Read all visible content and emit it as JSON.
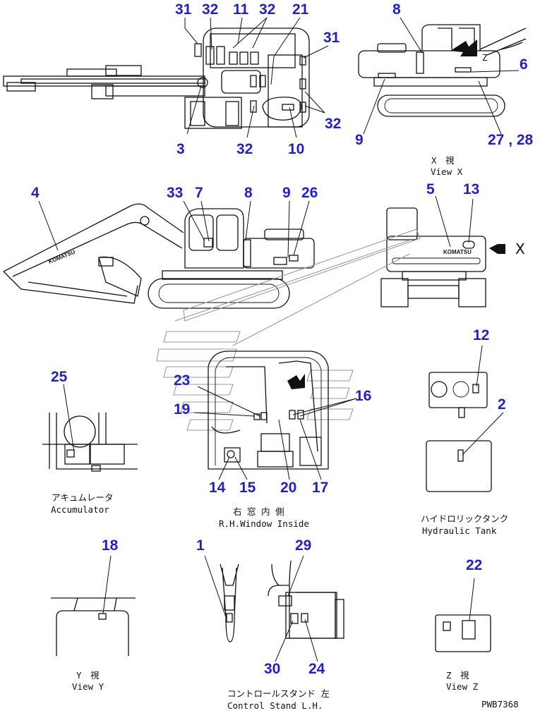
{
  "callouts": {
    "c31a": "31",
    "c32a": "32",
    "c11": "11",
    "c32b": "32",
    "c21": "21",
    "c31b": "31",
    "c3": "3",
    "c32c": "32",
    "c10": "10",
    "c32d": "32",
    "c8a": "8",
    "c6": "6",
    "c9a": "9",
    "c27_28": "27 , 28",
    "c4": "4",
    "c33": "33",
    "c7": "7",
    "c8b": "8",
    "c9b": "9",
    "c26": "26",
    "c5": "5",
    "c13": "13",
    "c12": "12",
    "c2": "2",
    "c25": "25",
    "c23": "23",
    "c19": "19",
    "c16": "16",
    "c14": "14",
    "c15": "15",
    "c20": "20",
    "c17": "17",
    "c18": "18",
    "c1": "1",
    "c29": "29",
    "c22": "22",
    "c30": "30",
    "c24": "24"
  },
  "captions": {
    "view_x_jp": "X　視",
    "view_x": "View X",
    "accumulator_jp": "アキュムレータ",
    "accumulator": "Accumulator",
    "window_jp": "右 窓 内 側",
    "window": "R.H.Window Inside",
    "hyd_tank_jp": "ハイドロリックタンク",
    "hyd_tank": "Hydraulic Tank",
    "view_y_jp": "Y　視",
    "view_y": "View Y",
    "control_stand_jp": "コントロールスタンド 左",
    "control_stand": "Control Stand L.H.",
    "view_z_jp": "Z　視",
    "view_z": "View Z",
    "direction_mark": "X",
    "view_z_marker": "Z",
    "drawing_no": "PWB7368"
  },
  "logo_text": "KOMATSU",
  "colors": {
    "callout": "#1f1fd0",
    "line": "#111111"
  }
}
